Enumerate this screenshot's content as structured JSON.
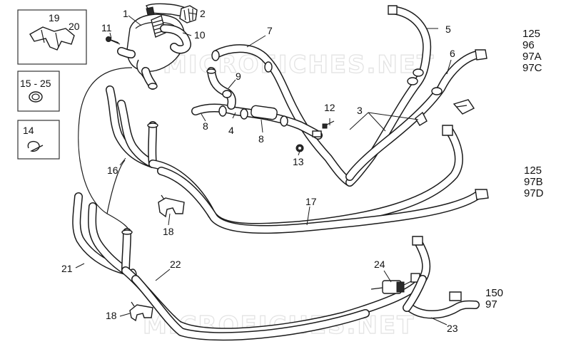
{
  "watermark": "MICROFICHES.NET",
  "callouts": [
    {
      "id": "c1",
      "text": "1"
    },
    {
      "id": "c2",
      "text": "2"
    },
    {
      "id": "c3",
      "text": "3"
    },
    {
      "id": "c4",
      "text": "4"
    },
    {
      "id": "c5",
      "text": "5"
    },
    {
      "id": "c6",
      "text": "6"
    },
    {
      "id": "c7",
      "text": "7"
    },
    {
      "id": "c8a",
      "text": "8"
    },
    {
      "id": "c8b",
      "text": "8"
    },
    {
      "id": "c9",
      "text": "9"
    },
    {
      "id": "c10",
      "text": "10"
    },
    {
      "id": "c11",
      "text": "11"
    },
    {
      "id": "c12",
      "text": "12"
    },
    {
      "id": "c13",
      "text": "13"
    },
    {
      "id": "c14",
      "text": "14"
    },
    {
      "id": "c1525",
      "text": "15 - 25"
    },
    {
      "id": "c16",
      "text": "16"
    },
    {
      "id": "c17",
      "text": "17"
    },
    {
      "id": "c18a",
      "text": "18"
    },
    {
      "id": "c18b",
      "text": "18"
    },
    {
      "id": "c19",
      "text": "19"
    },
    {
      "id": "c20",
      "text": "20"
    },
    {
      "id": "c21",
      "text": "21"
    },
    {
      "id": "c22",
      "text": "22"
    },
    {
      "id": "c23",
      "text": "23"
    },
    {
      "id": "c24",
      "text": "24"
    }
  ],
  "variant_groups": [
    {
      "lines": [
        "125",
        "96",
        "97A",
        "97C"
      ]
    },
    {
      "lines": [
        "125",
        "97B",
        "97D"
      ]
    },
    {
      "lines": [
        "150",
        "97"
      ]
    }
  ]
}
